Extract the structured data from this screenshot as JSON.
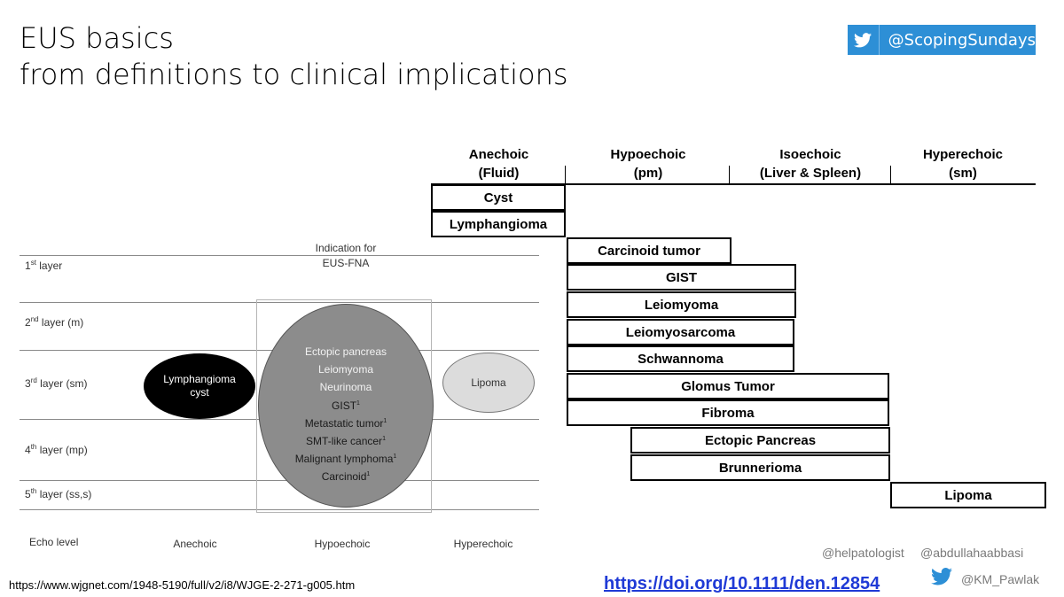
{
  "title": {
    "line1": "EUS basics",
    "line2": "from definitions to clinical implications"
  },
  "badge": {
    "icon": "twitter-bird-icon",
    "handle": "@ScopingSundays",
    "color": "#2d8fd6"
  },
  "left_diagram": {
    "indication_line1": "Indication for",
    "indication_line2": "EUS-FNA",
    "layers": [
      {
        "num": "1",
        "sup": "st",
        "rest": " layer"
      },
      {
        "num": "2",
        "sup": "nd",
        "rest": " layer (m)"
      },
      {
        "num": "3",
        "sup": "rd",
        "rest": " layer (sm)"
      },
      {
        "num": "4",
        "sup": "th",
        "rest": " layer (mp)"
      },
      {
        "num": "5",
        "sup": "th",
        "rest": " layer (ss,s)"
      }
    ],
    "lymphangioma_line1": "Lymphangioma",
    "lymphangioma_line2": "cyst",
    "lipoma": "Lipoma",
    "circle_items": [
      {
        "text": "Ectopic pancreas",
        "sup": ""
      },
      {
        "text": "Leiomyoma",
        "sup": ""
      },
      {
        "text": "Neurinoma",
        "sup": ""
      },
      {
        "text": "GIST",
        "sup": "1"
      },
      {
        "text": "Metastatic tumor",
        "sup": "1"
      },
      {
        "text": "SMT-like cancer",
        "sup": "1"
      },
      {
        "text": "Malignant lymphoma",
        "sup": "1"
      },
      {
        "text": "Carcinoid",
        "sup": "1"
      }
    ],
    "echo_level_label": "Echo level",
    "x_labels": [
      "Anechoic",
      "Hypoechoic",
      "Hyperechoic"
    ]
  },
  "right_table": {
    "columns": [
      {
        "line1": "Anechoic",
        "line2": "(Fluid)"
      },
      {
        "line1": "Hypoechoic",
        "line2": "(pm)"
      },
      {
        "line1": "Isoechoic",
        "line2": "(Liver & Spleen)"
      },
      {
        "line1": "Hyperechoic",
        "line2": "(sm)"
      }
    ],
    "rows": [
      "Cyst",
      "Lymphangioma",
      "Carcinoid tumor",
      "GIST",
      "Leiomyoma",
      "Leiomyosarcoma",
      "Schwannoma",
      "Glomus Tumor",
      "Fibroma",
      "Ectopic Pancreas",
      "Brunnerioma",
      "Lipoma"
    ]
  },
  "footer": {
    "source_url": "https://www.wjgnet.com/1948-5190/full/v2/i8/WJGE-2-271-g005.htm",
    "doi": "https://doi.org/10.1111/den.12854",
    "credit1": "@helpatologist",
    "credit2": "@abdullahaabbasi",
    "credit3": "@KM_Pawlak",
    "credit3_icon": "twitter-bird-icon",
    "link_color": "#1f3ad6"
  }
}
